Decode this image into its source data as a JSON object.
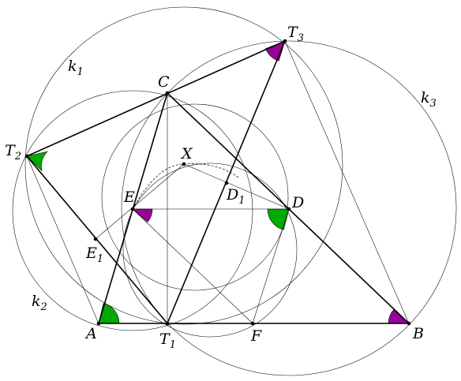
{
  "labels": {
    "C": "C",
    "T3_base": "T",
    "T3_sub": "3",
    "T2_base": "T",
    "T2_sub": "2",
    "T1_base": "T",
    "T1_sub": "1",
    "k1_base": "k",
    "k1_sub": "1",
    "k2_base": "k",
    "k2_sub": "2",
    "k3_base": "k",
    "k3_sub": "3",
    "X": "X",
    "E": "E",
    "D": "D",
    "D1_base": "D",
    "D1_sub": "1",
    "E1_base": "E",
    "E1_sub": "1",
    "A": "A",
    "F": "F",
    "B": "B"
  },
  "colors": {
    "green_angle": "#00aa00",
    "purple_angle": "#990099",
    "line": "#000000"
  }
}
